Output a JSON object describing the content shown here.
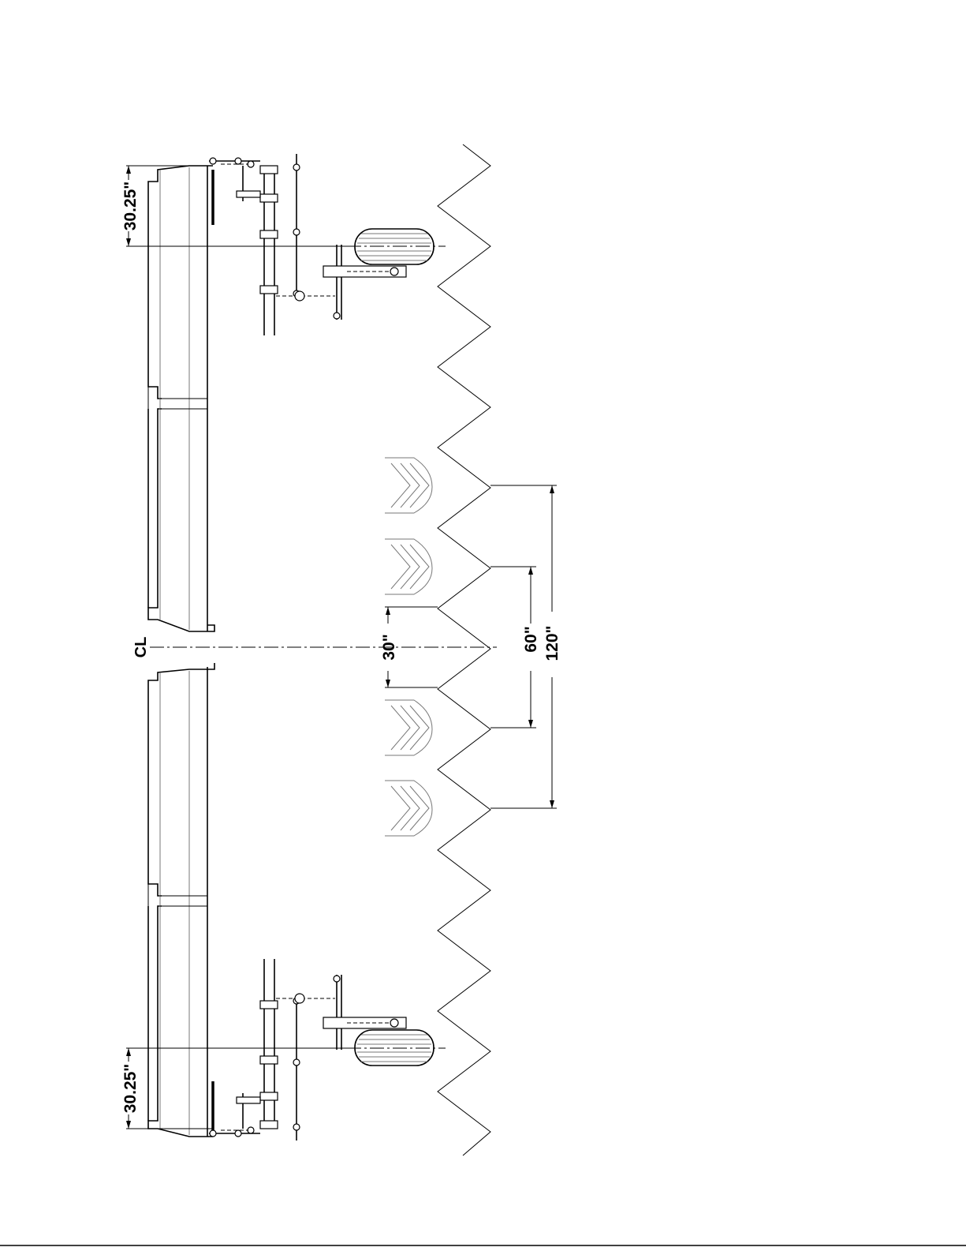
{
  "dimensions": {
    "top_offset": "30.25\"",
    "bottom_offset": "30.25\"",
    "row_30": "30\"",
    "row_60": "60\"",
    "row_120": "120\"",
    "centerline": "CL"
  },
  "elements": {
    "row_markers": 12,
    "row_cleaners": 4
  }
}
